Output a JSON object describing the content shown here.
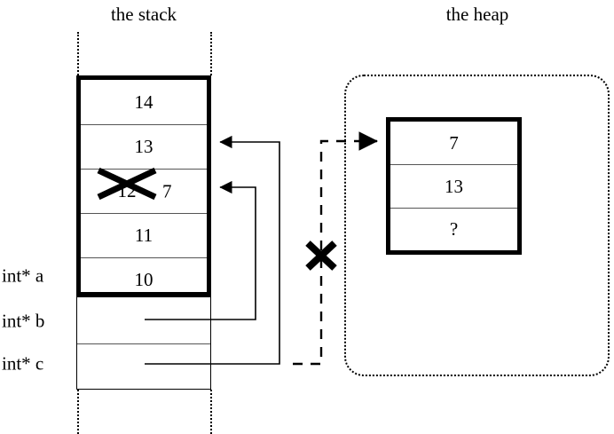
{
  "diagram": {
    "title_stack": "the stack",
    "title_heap": "the heap"
  },
  "stack": {
    "active_frame": {
      "cells": [
        {
          "id": "cell-14",
          "value": "14",
          "struck": false
        },
        {
          "id": "cell-13",
          "value": "13",
          "struck": false
        },
        {
          "id": "cell-12",
          "value": "12",
          "struck": true,
          "new_value": "7"
        },
        {
          "id": "cell-11",
          "value": "11",
          "struck": false
        },
        {
          "id": "cell-10",
          "value": "10",
          "struck": false
        }
      ]
    },
    "popped_frame": {
      "cells": [
        {
          "id": "cell-b",
          "value": ""
        },
        {
          "id": "cell-c",
          "value": ""
        }
      ]
    },
    "variables": [
      {
        "name": "a",
        "label": "int* a"
      },
      {
        "name": "b",
        "label": "int* b"
      },
      {
        "name": "c",
        "label": "int* c"
      }
    ]
  },
  "heap": {
    "block": {
      "cells": [
        {
          "id": "heap-0",
          "value": "7"
        },
        {
          "id": "heap-1",
          "value": "13"
        },
        {
          "id": "heap-2",
          "value": "?"
        }
      ]
    }
  },
  "annotations": {
    "invalid_pointer_mark": "X",
    "struck_value_mark": "X"
  },
  "colors": {
    "stroke": "#000000",
    "background": "#ffffff",
    "inner_rule": "#555555"
  }
}
